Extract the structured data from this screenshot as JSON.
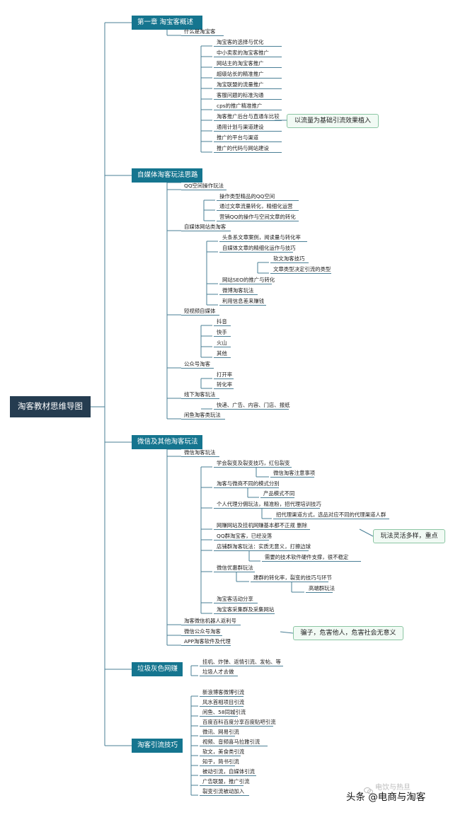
{
  "root": "淘客教材思维导图",
  "chapters": [
    {
      "title": "第一章  淘宝客概述"
    },
    {
      "title": "自媒体淘客玩法思路"
    },
    {
      "title": "微信及其他淘客玩法"
    },
    {
      "title": "垃圾灰色网赚"
    },
    {
      "title": "淘客引流技巧"
    }
  ],
  "ch1": {
    "what": "什么是淘宝客",
    "items": [
      "淘宝客的选择与优化",
      "中小卖家的淘宝客推广",
      "网站主的淘宝客推广",
      "超级站长的精准推广",
      "淘宝联盟的流量推广",
      "客服问题的标准沟通",
      "cps的推广精准推广",
      "淘客推广后台与直通车比较",
      "通用计划与渠道建设",
      "推广的平台与渠道",
      "推广的代码与网站建设"
    ],
    "note": "以流量为基础引流效果植入"
  },
  "ch2": {
    "qq": {
      "label": "QQ空间操作玩法",
      "items": [
        "操作类型精品的QQ空间",
        "通过文章流量转化，精细化运营",
        "营销QQ的操作与空间文章的转化"
      ]
    },
    "site": {
      "label": "自媒体网站类淘客",
      "items": [
        "头条系文章案例，阅读量与转化率",
        "自媒体文章的精细化运作与技巧",
        "软文淘客技巧",
        "文章类型决定引流的类型",
        "网站SEO的推广与转化",
        "微博淘客玩法",
        "利用信息差来赚钱"
      ]
    },
    "video": {
      "label": "短视频自媒体",
      "items": [
        "抖音",
        "快手",
        "火山",
        "其他"
      ]
    },
    "gzh": {
      "label": "公众号淘客",
      "items": [
        "打开率",
        "转化率"
      ]
    },
    "offline": {
      "label": "线下淘客玩法",
      "items": [
        "快递、广告、内容、门店、报纸"
      ]
    },
    "xianyu": "闲鱼淘客类玩法"
  },
  "ch3": {
    "wx": {
      "label": "微信淘客玩法",
      "items": [
        "学会裂变及裂变技巧，红包裂变",
        "微信淘客注意事项",
        "淘客与微商不同的模式分别",
        "产品模式不同",
        "个人代理分佣玩法，精准粉，招代理培训技巧",
        "招代理渠道方式，选品对应不同的代理渠道人群",
        "网赚网站及挂机网赚基本都不正规  删除",
        "QQ群淘宝客，已经没落",
        "店铺群淘客玩法：实质无意义，打擦边球",
        "需要的技术软件硬件支撑，很不稳定",
        "微信优惠群玩法",
        "建群的转化率，裂变的技巧与环节",
        "高端群玩法",
        "淘宝客活动分享",
        "淘宝客采集群及采集网站"
      ]
    },
    "robot": "淘客微信机器人返利号",
    "wxgzh": "微信公众号淘客",
    "app": "APP淘客软件及代理",
    "note1": "玩法灵活多样，重点",
    "note2": "骗子，危害他人，危害社会无意义"
  },
  "ch4": {
    "items": [
      "挂机、炸弹、返情引流、发帖、等",
      "垃圾人才去做"
    ]
  },
  "ch5": {
    "items": [
      "新浪博客微博引流",
      "风水首相项目引流",
      "闲鱼、58同城引流",
      "百度百科百度分享百度贴吧引流",
      "微讯、网易引流",
      "视频、音频喜马拉雅引流",
      "软文，美食类引流",
      "知乎，简书引流",
      "被动引流，自媒体引流",
      "广告联盟，推广引流",
      "裂变引流被动加入"
    ]
  },
  "watermark": {
    "main": "头条 @电商与淘客",
    "faint": "电饮与热旦"
  }
}
